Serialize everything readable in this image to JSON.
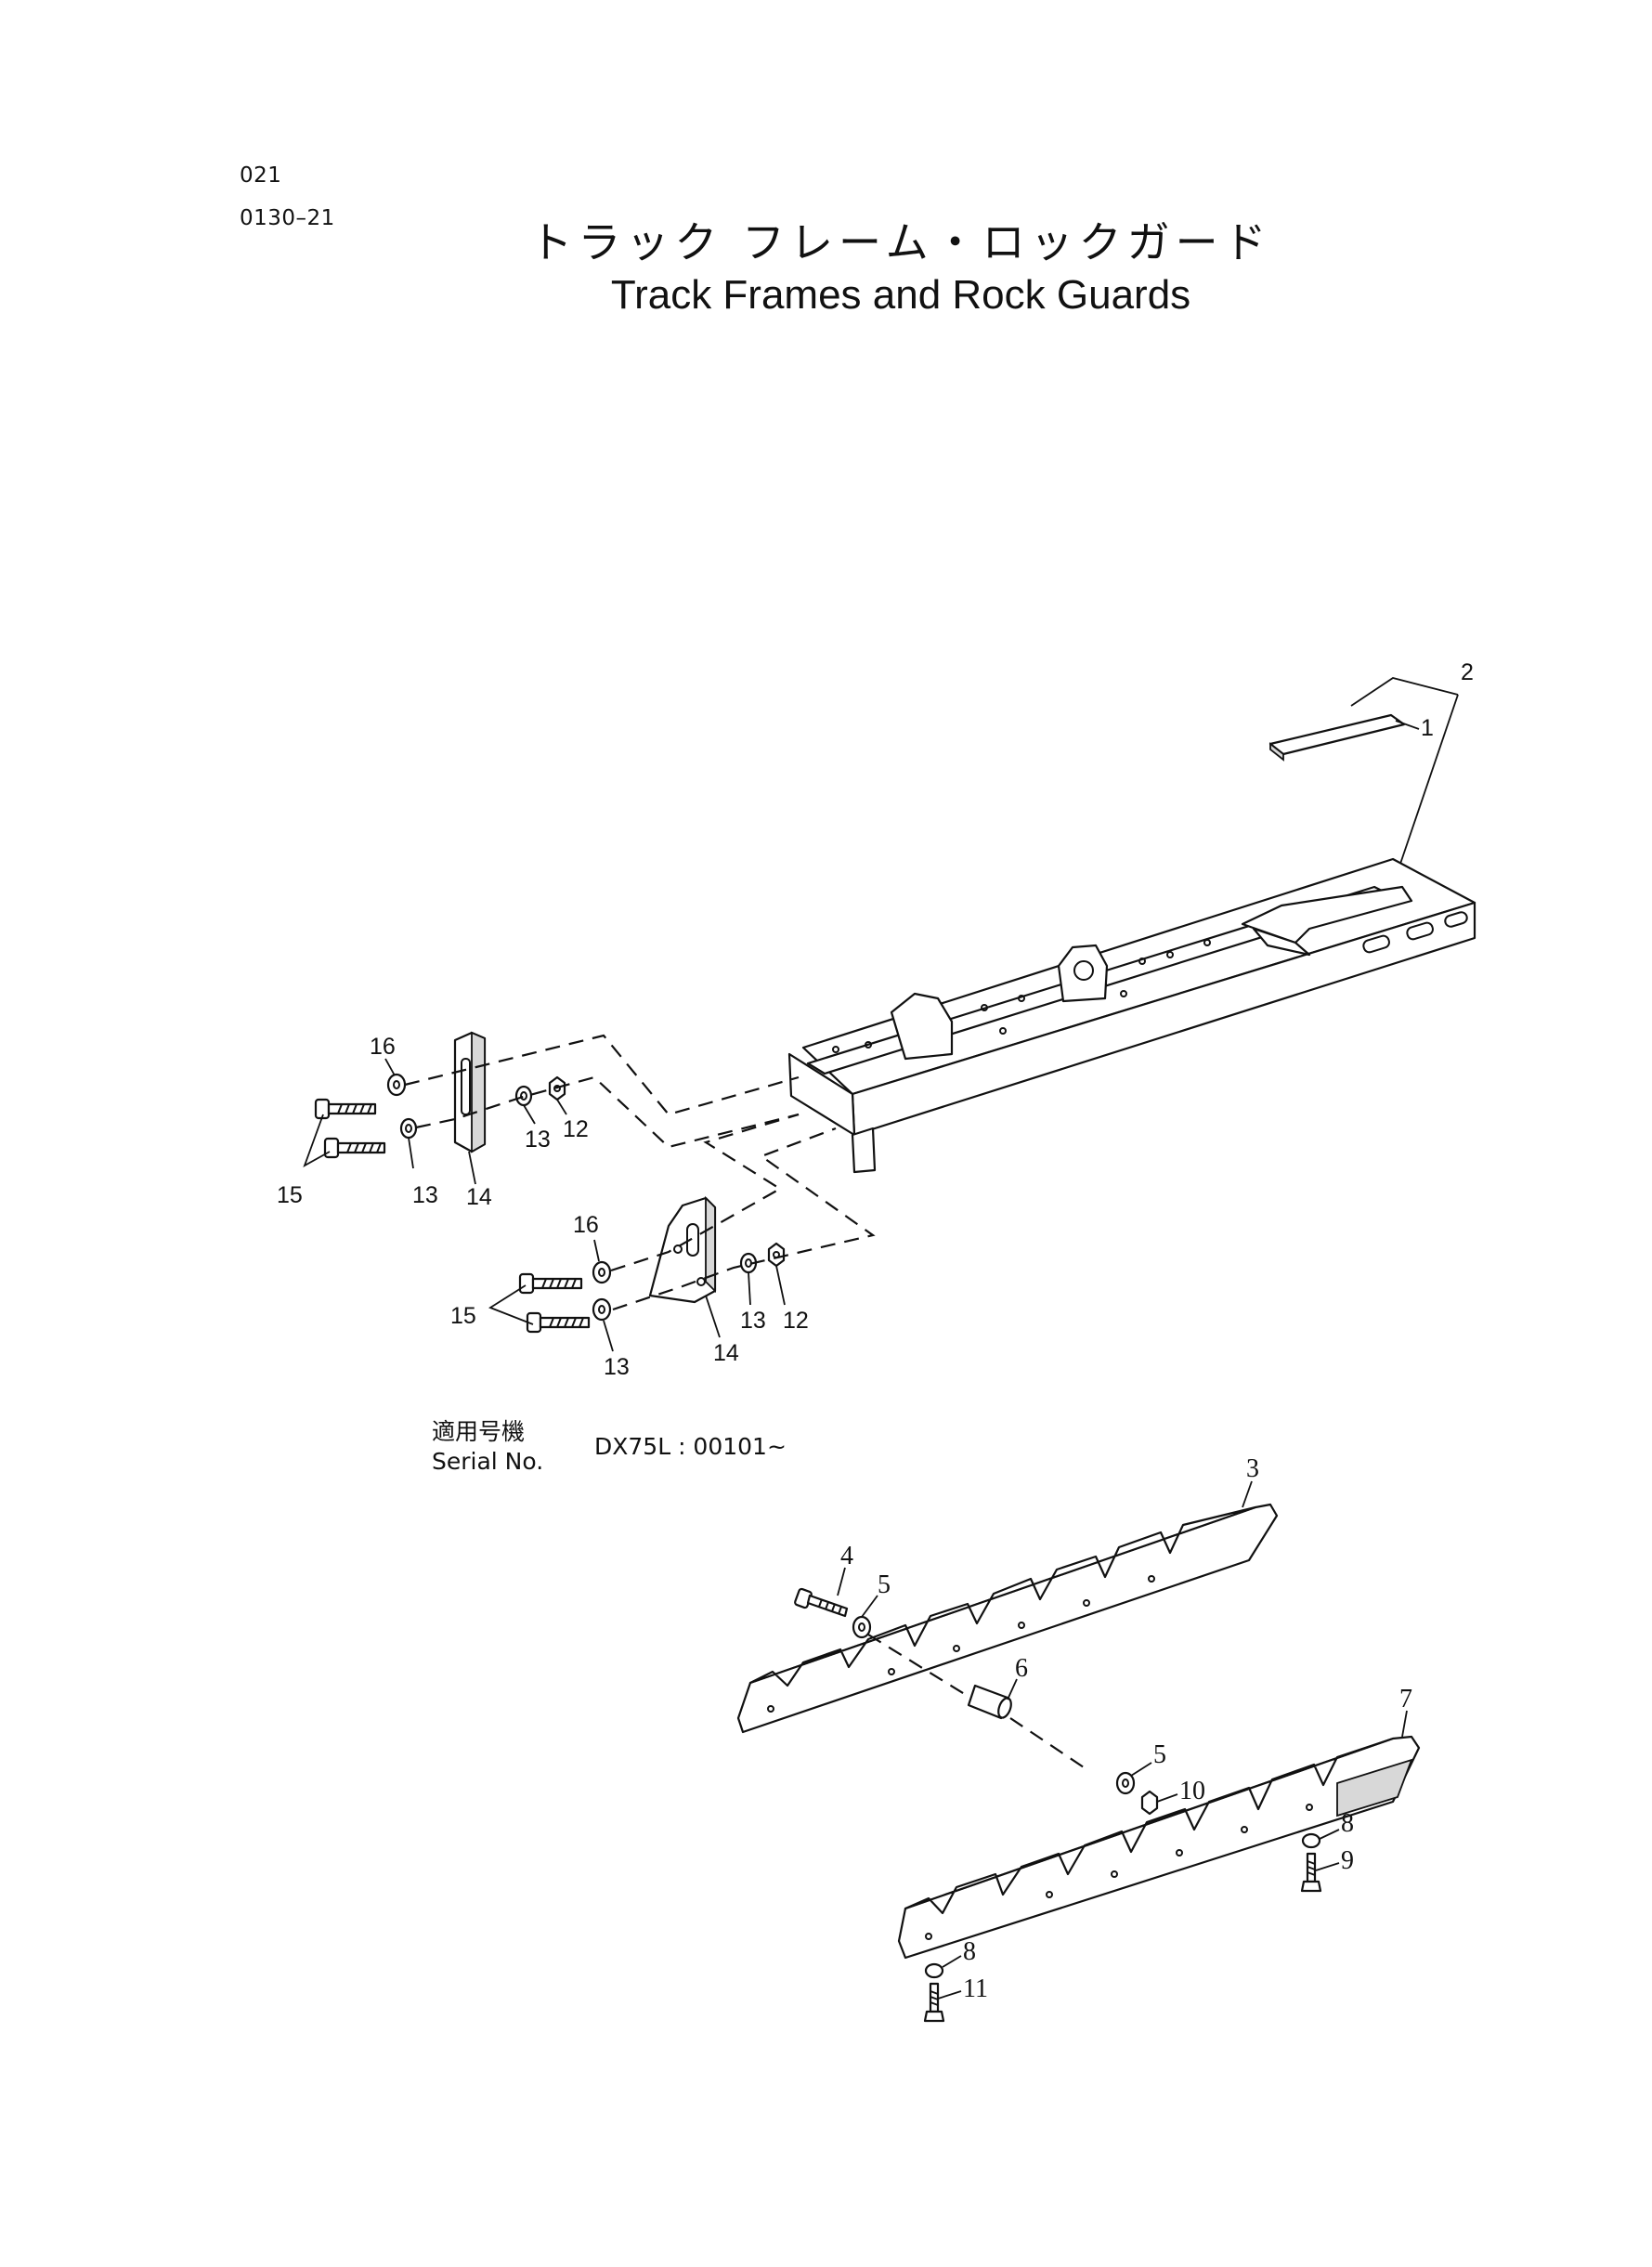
{
  "header": {
    "code_top": "021",
    "code_bottom": "0130–21",
    "title_jp": "トラック フレーム・ロックガード",
    "title_en": "Track Frames and Rock Guards"
  },
  "serial": {
    "label_jp": "適用号機",
    "label_en": "Serial No.",
    "value": "DX75L : 00101~"
  },
  "callouts": {
    "track_frame": [
      "1",
      "2",
      "12",
      "13",
      "13",
      "14",
      "15",
      "16"
    ],
    "guard_bracket": [
      "12",
      "13",
      "13",
      "14",
      "15",
      "16"
    ],
    "rock_guard": [
      "3",
      "4",
      "5",
      "6",
      "7",
      "8",
      "9",
      "5",
      "10",
      "8",
      "11"
    ]
  }
}
